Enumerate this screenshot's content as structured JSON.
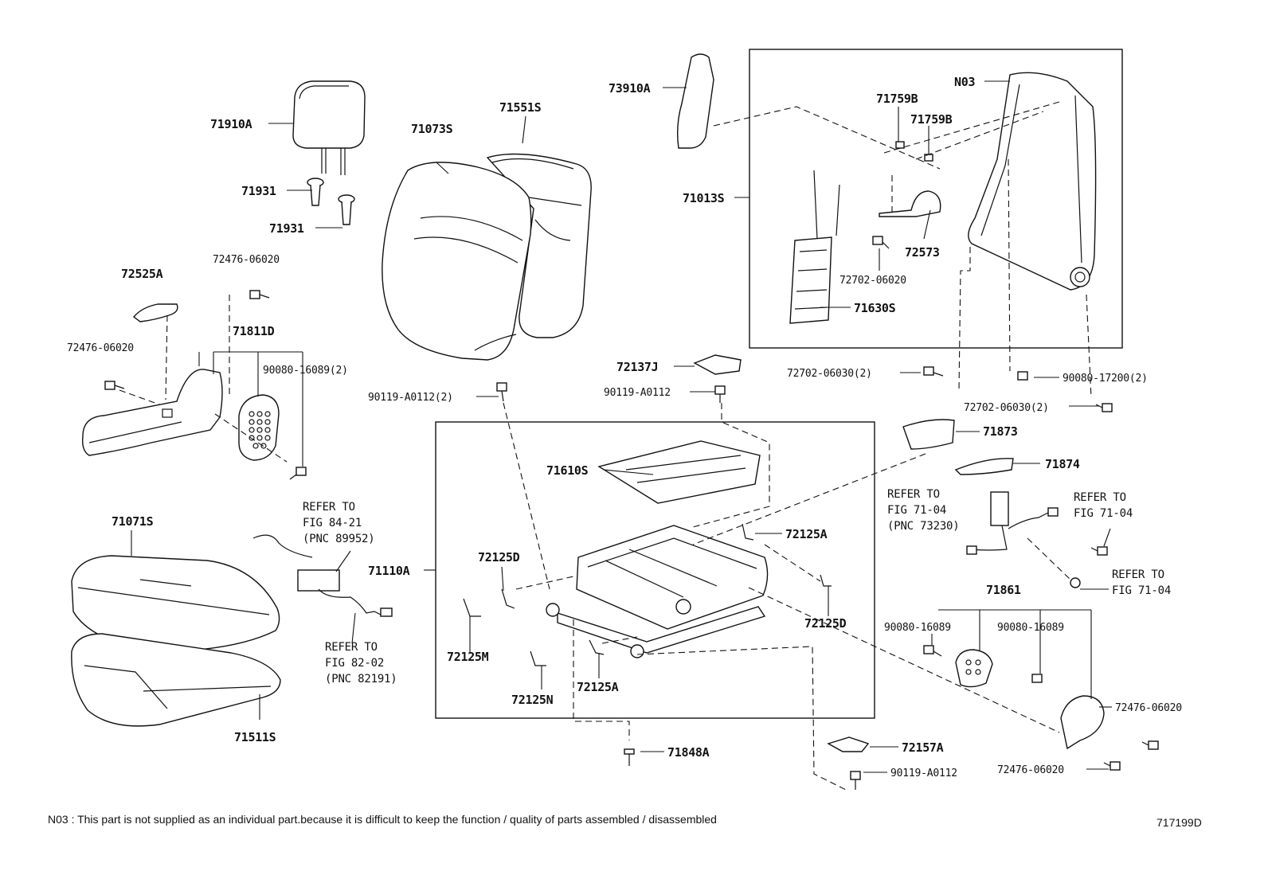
{
  "labels": {
    "p71910A": "71910A",
    "p71931a": "71931",
    "p71931b": "71931",
    "p72525A": "72525A",
    "p72476a": "72476-06020",
    "p72476b": "72476-06020",
    "p71811D": "71811D",
    "p90080_16089_2": "90080-16089(2)",
    "p71073S": "71073S",
    "p71551S": "71551S",
    "p73910A": "73910A",
    "p71013S": "71013S",
    "pN03": "N03",
    "p71759Ba": "71759B",
    "p71759Bb": "71759B",
    "p72573": "72573",
    "p72702_06020": "72702-06020",
    "p71630S": "71630S",
    "p72137J": "72137J",
    "p90119_A0112_2": "90119-A0112(2)",
    "p90119_A0112a": "90119-A0112",
    "p72702_06030_2a": "72702-06030(2)",
    "p90080_17200_2": "90080-17200(2)",
    "p72702_06030_2b": "72702-06030(2)",
    "p71873": "71873",
    "p71874": "71874",
    "p71610S": "71610S",
    "p72125Aa": "72125A",
    "p71110A": "71110A",
    "p72125Da": "72125D",
    "p72125Db": "72125D",
    "p72125M": "72125M",
    "p72125N": "72125N",
    "p72125Ab": "72125A",
    "p71071S": "71071S",
    "p71511S": "71511S",
    "p71848A": "71848A",
    "p72157A": "72157A",
    "p90119_A0112b": "90119-A0112",
    "p71861": "71861",
    "p90080_16089a": "90080-16089",
    "p90080_16089b": "90080-16089",
    "p72476c": "72476-06020",
    "p72476d": "72476-06020"
  },
  "references": {
    "ref1": [
      "REFER TO",
      "FIG 84-21",
      "(PNC 89952)"
    ],
    "ref2": [
      "REFER TO",
      "FIG 82-02",
      "(PNC 82191)"
    ],
    "ref3": [
      "REFER TO",
      "FIG 71-04",
      "(PNC 73230)"
    ],
    "ref4": [
      "REFER TO",
      "FIG 71-04"
    ],
    "ref5": [
      "REFER TO",
      "FIG 71-04"
    ]
  },
  "footer": {
    "note": "N03 : This part is not supplied as an individual part.because it is difficult to keep the function / quality of parts assembled / disassembled",
    "diagram_id": "717199D"
  }
}
